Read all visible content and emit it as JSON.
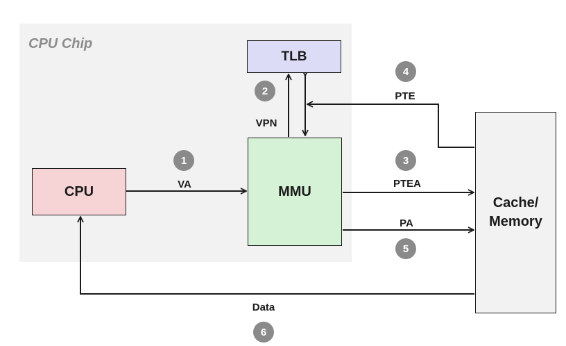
{
  "chip_label": "CPU Chip",
  "boxes": {
    "tlb": "TLB",
    "cpu": "CPU",
    "mmu": "MMU",
    "memory_line1": "Cache/",
    "memory_line2": "Memory"
  },
  "edges": {
    "va": "VA",
    "vpn": "VPN",
    "pte": "PTE",
    "ptea": "PTEA",
    "pa": "PA",
    "data": "Data"
  },
  "steps": [
    "1",
    "2",
    "3",
    "4",
    "5",
    "6"
  ],
  "colors": {
    "chip_background": "#f2f2f2",
    "tlb_fill": "#dcdcf7",
    "cpu_fill": "#f6d4d6",
    "mmu_fill": "#d6f2d6",
    "memory_fill": "#f2f2f2",
    "step_badge": "#8a8a8a"
  }
}
